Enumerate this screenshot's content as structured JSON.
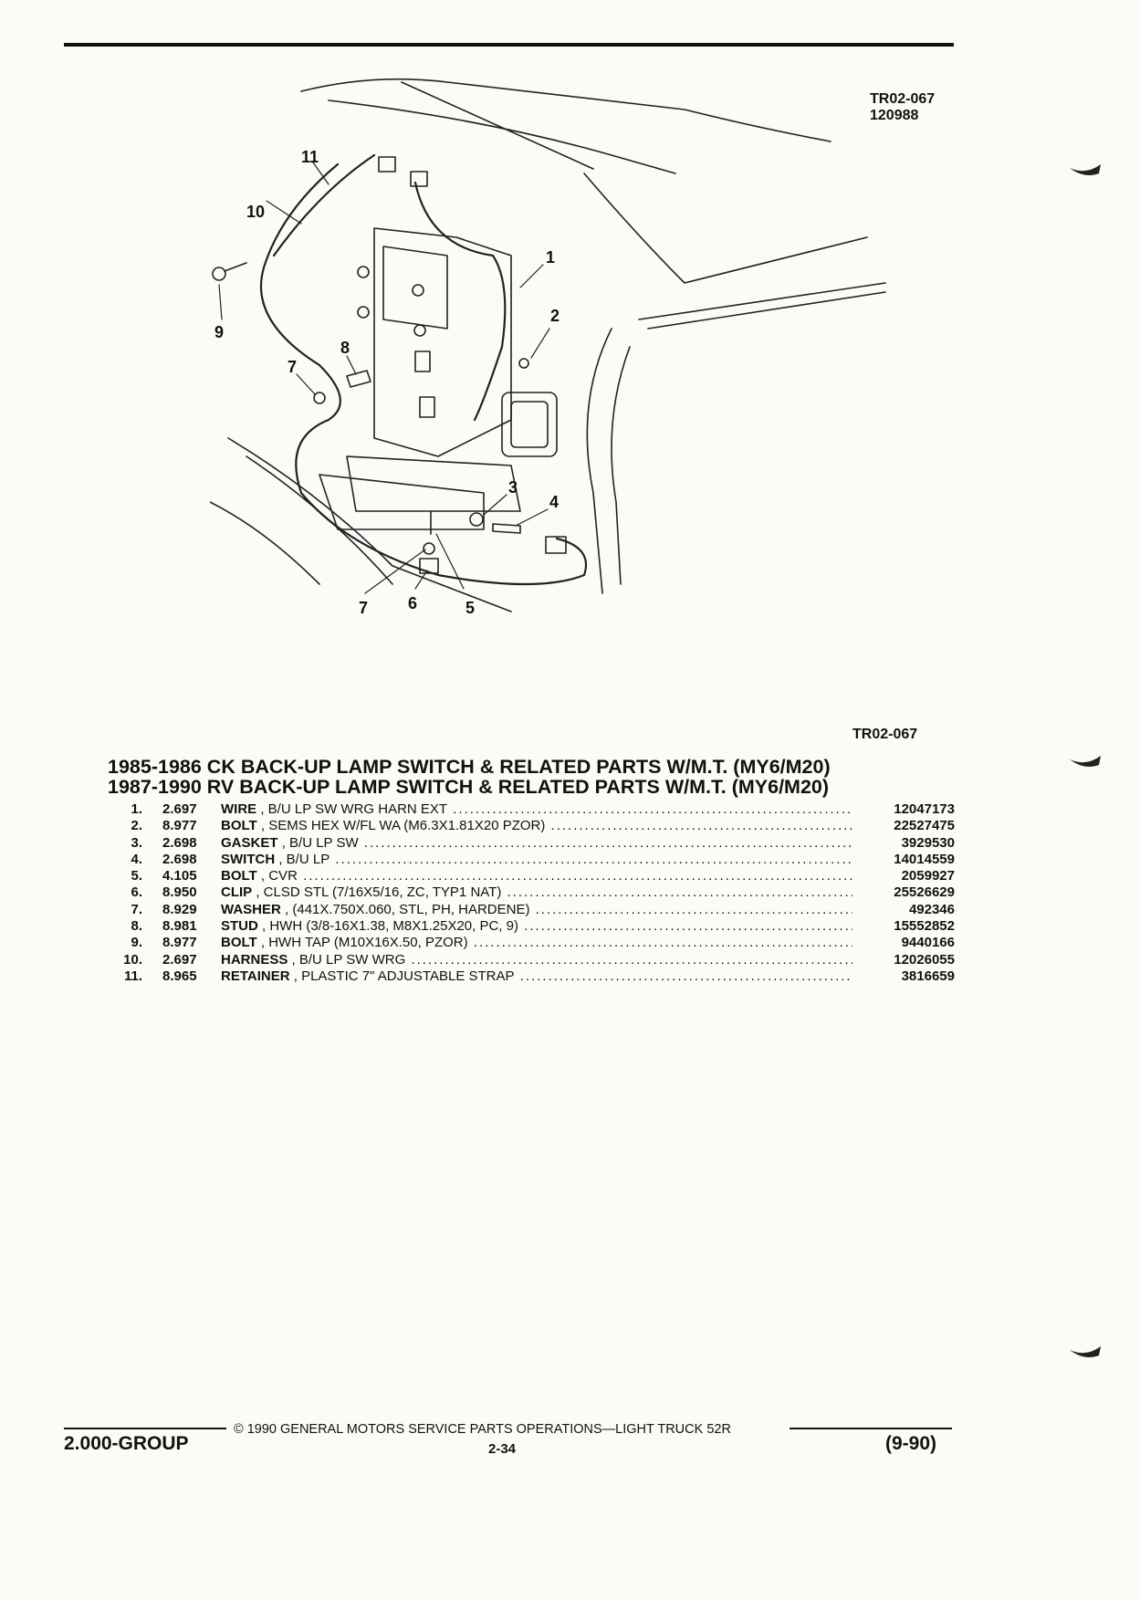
{
  "figure": {
    "id": "TR02-067",
    "date": "120988",
    "ref": "TR02-067"
  },
  "callouts": [
    "11",
    "10",
    "1",
    "9",
    "2",
    "8",
    "7",
    "3",
    "4",
    "7",
    "6",
    "5"
  ],
  "titles": [
    "1985-1986 CK BACK-UP LAMP SWITCH & RELATED PARTS W/M.T. (MY6/M20)",
    "1987-1990 RV BACK-UP LAMP SWITCH & RELATED PARTS W/M.T. (MY6/M20)"
  ],
  "parts": [
    {
      "num": "1.",
      "group": "2.697",
      "name": "WIRE",
      "desc": ", B/U LP SW WRG HARN EXT",
      "part_no": "12047173"
    },
    {
      "num": "2.",
      "group": "8.977",
      "name": "BOLT",
      "desc": ", SEMS HEX W/FL WA (M6.3X1.81X20 PZOR)",
      "part_no": "22527475"
    },
    {
      "num": "3.",
      "group": "2.698",
      "name": "GASKET",
      "desc": ", B/U LP SW",
      "part_no": "3929530"
    },
    {
      "num": "4.",
      "group": "2.698",
      "name": "SWITCH",
      "desc": ", B/U LP",
      "part_no": "14014559"
    },
    {
      "num": "5.",
      "group": "4.105",
      "name": "BOLT",
      "desc": ", CVR",
      "part_no": "2059927"
    },
    {
      "num": "6.",
      "group": "8.950",
      "name": "CLIP",
      "desc": ", CLSD STL (7/16X5/16, ZC, TYP1 NAT)",
      "part_no": "25526629"
    },
    {
      "num": "7.",
      "group": "8.929",
      "name": "WASHER",
      "desc": ", (441X.750X.060, STL, PH, HARDENE)",
      "part_no": "492346"
    },
    {
      "num": "8.",
      "group": "8.981",
      "name": "STUD",
      "desc": ", HWH (3/8-16X1.38, M8X1.25X20, PC, 9)",
      "part_no": "15552852"
    },
    {
      "num": "9.",
      "group": "8.977",
      "name": "BOLT",
      "desc": ", HWH TAP (M10X16X.50, PZOR)",
      "part_no": "9440166"
    },
    {
      "num": "10.",
      "group": "2.697",
      "name": "HARNESS",
      "desc": ", B/U LP SW WRG",
      "part_no": "12026055"
    },
    {
      "num": "11.",
      "group": "8.965",
      "name": "RETAINER",
      "desc": ", PLASTIC 7\" ADJUSTABLE STRAP",
      "part_no": "3816659"
    }
  ],
  "footer": {
    "copyright": "© 1990 GENERAL MOTORS SERVICE PARTS OPERATIONS—LIGHT TRUCK 52R",
    "group": "2.000-GROUP",
    "page": "2-34",
    "revision": "(9-90)"
  }
}
